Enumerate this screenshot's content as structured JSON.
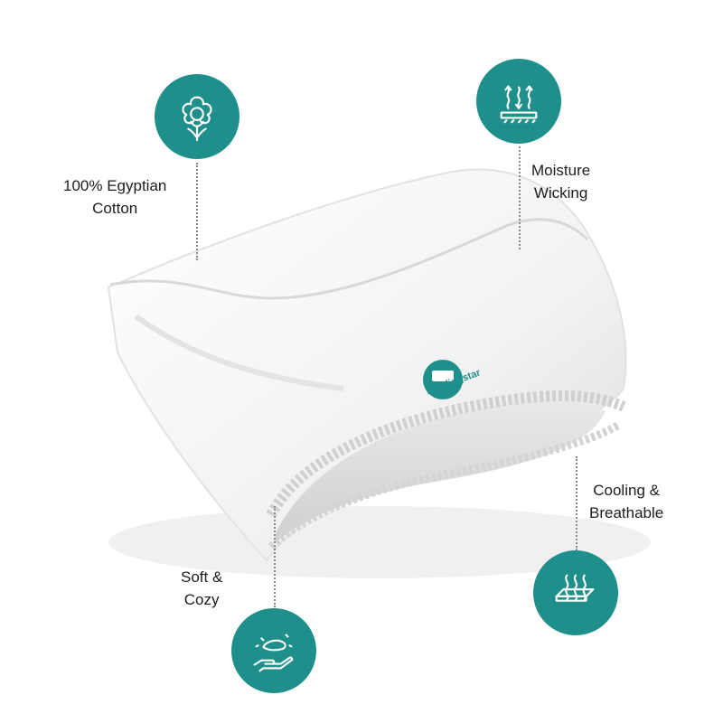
{
  "colors": {
    "badge": "#1f8f8c",
    "icon": "#ffffff",
    "sheet": "#f4f4f4",
    "text": "#1d1d1d"
  },
  "features": [
    {
      "id": "cotton",
      "icon": "cotton-flower-icon",
      "line1": "100% Egyptian",
      "line2": "Cotton"
    },
    {
      "id": "moisture",
      "icon": "moisture-wicking-icon",
      "line1": "Moisture",
      "line2": "Wicking"
    },
    {
      "id": "cooling",
      "icon": "breathable-layers-icon",
      "line1": "Cooling &",
      "line2": "Breathable"
    },
    {
      "id": "soft",
      "icon": "hand-feather-icon",
      "line1": "Soft &",
      "line2": "Cozy"
    }
  ],
  "logo": {
    "text": "beddingstar"
  }
}
